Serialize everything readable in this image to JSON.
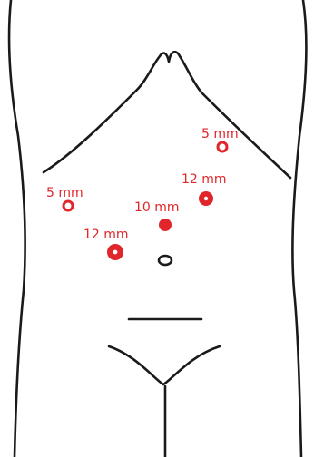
{
  "ports": [
    {
      "id": "port-5mm-right-upper",
      "size_label": "5 mm"
    },
    {
      "id": "port-12mm-right",
      "size_label": "12 mm"
    },
    {
      "id": "port-10mm-center",
      "size_label": "10 mm"
    },
    {
      "id": "port-12mm-left",
      "size_label": "12 mm"
    },
    {
      "id": "port-5mm-left",
      "size_label": "5 mm"
    }
  ],
  "colors": {
    "port": "#e0262b",
    "outline": "#1a1a1a"
  }
}
